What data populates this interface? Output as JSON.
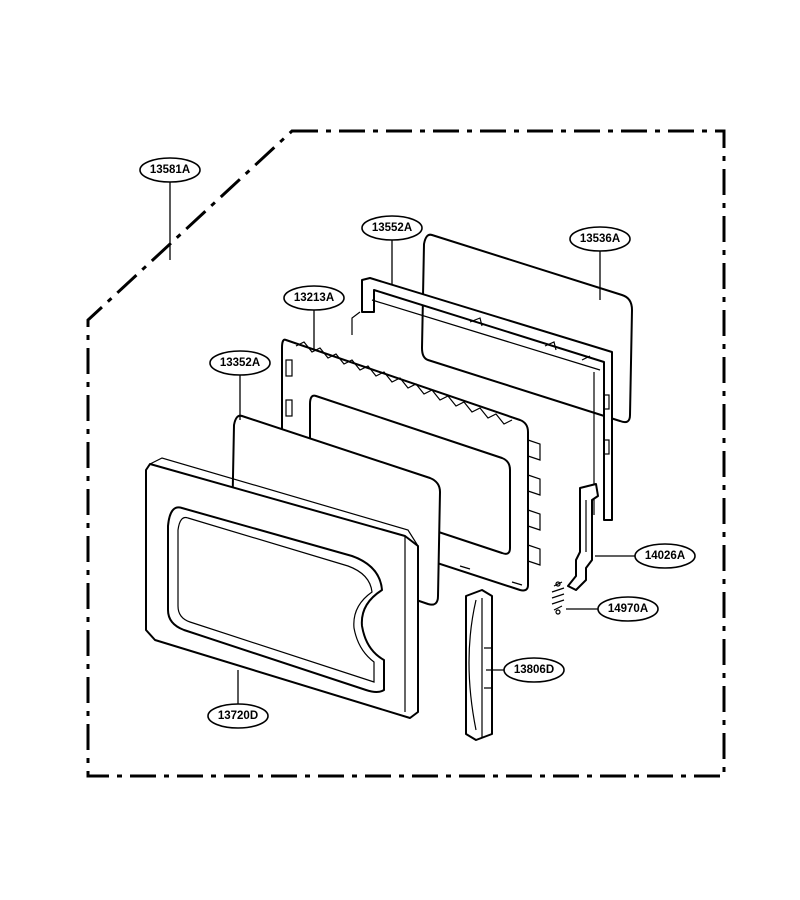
{
  "callouts": [
    {
      "id": "assembly",
      "label": "13581A"
    },
    {
      "id": "door-frame",
      "label": "13552A"
    },
    {
      "id": "glass-panel",
      "label": "13536A"
    },
    {
      "id": "choke-cover",
      "label": "13213A"
    },
    {
      "id": "screen",
      "label": "13352A"
    },
    {
      "id": "hook-latch",
      "label": "14026A"
    },
    {
      "id": "spring",
      "label": "14970A"
    },
    {
      "id": "handle",
      "label": "13806D"
    },
    {
      "id": "door-panel",
      "label": "13720D"
    }
  ]
}
